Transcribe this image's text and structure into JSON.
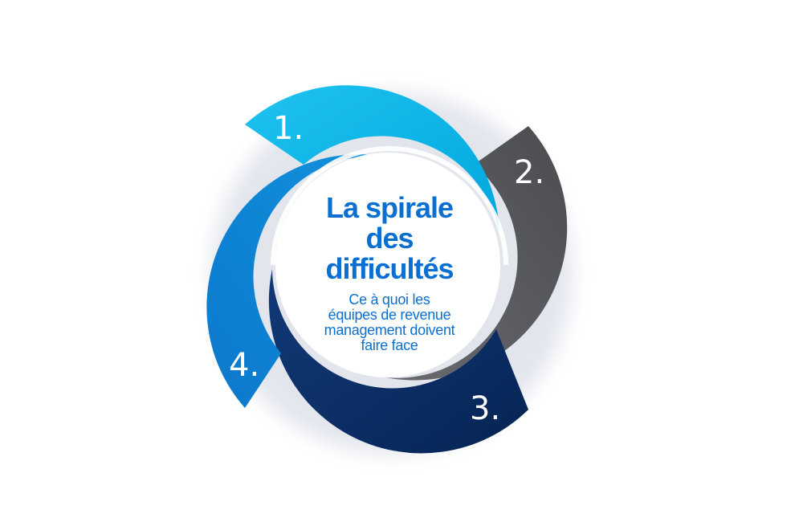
{
  "title_lines": [
    "La spirale",
    "des",
    "difficultés"
  ],
  "subtitle_lines": [
    "Ce à quoi les",
    "équipes de revenue",
    "management doivent",
    "faire face"
  ],
  "segments": [
    {
      "label": "1.",
      "color": "#00b4e6"
    },
    {
      "label": "2.",
      "color": "#55565a"
    },
    {
      "label": "3.",
      "color": "#0b2c61"
    },
    {
      "label": "4.",
      "color": "#0a82d4"
    }
  ],
  "colors": {
    "title": "#0b6fd1",
    "subtitle": "#0b6fd1",
    "center_fill": "#ffffff",
    "background": "#ffffff"
  }
}
